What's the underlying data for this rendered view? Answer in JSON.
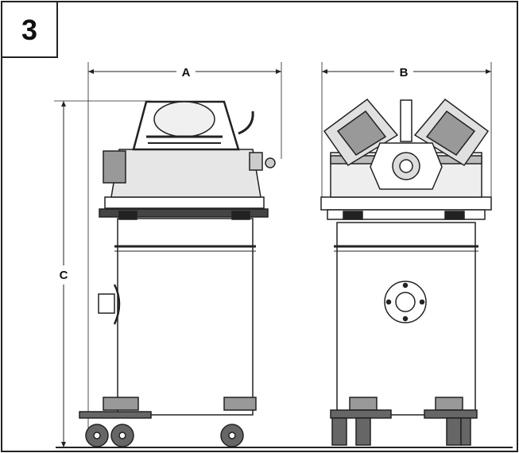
{
  "figure": {
    "step_number": "3",
    "dimension_labels": {
      "width_side": "A",
      "width_front": "B",
      "height": "C"
    }
  }
}
